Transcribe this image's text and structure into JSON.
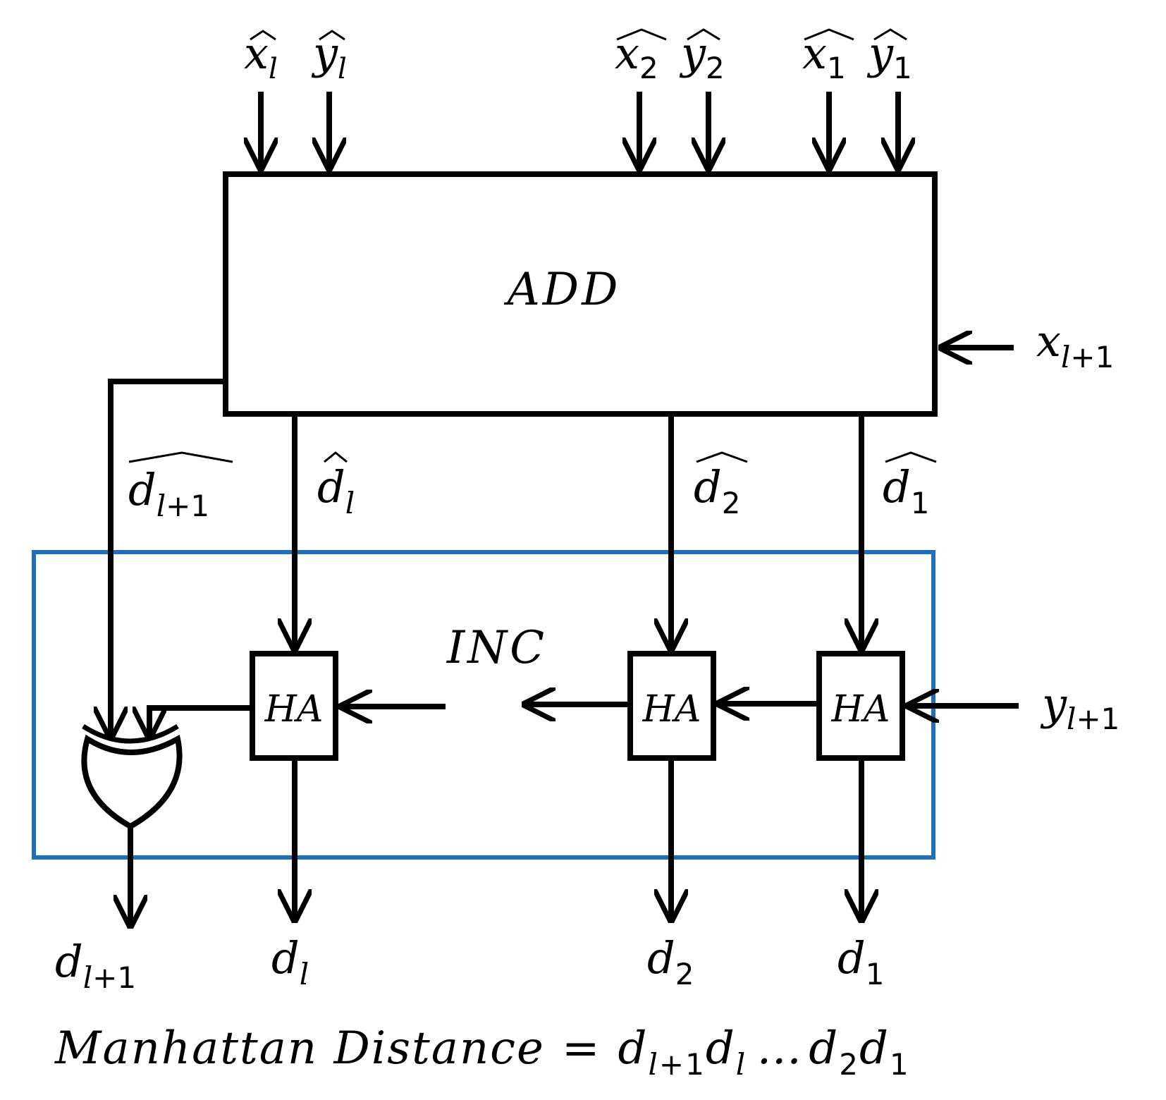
{
  "blocks": {
    "adder": "ADD",
    "incrementer": "INC",
    "half_adder": "HA"
  },
  "inputs_top": {
    "x_l": {
      "base": "x",
      "sub": "l"
    },
    "y_l": {
      "base": "y",
      "sub": "l"
    },
    "x_2": {
      "base": "x",
      "sub": "2"
    },
    "y_2": {
      "base": "y",
      "sub": "2"
    },
    "x_1": {
      "base": "x",
      "sub": "1"
    },
    "y_1": {
      "base": "y",
      "sub": "1"
    }
  },
  "inputs_side": {
    "x_l1": {
      "base": "x",
      "sub_var": "l",
      "sub_rest": "+1"
    },
    "y_l1": {
      "base": "y",
      "sub_var": "l",
      "sub_rest": "+1"
    }
  },
  "intermediate": {
    "d_l1": {
      "base": "d",
      "sub_var": "l",
      "sub_rest": "+1"
    },
    "d_l": {
      "base": "d",
      "sub": "l"
    },
    "d_2": {
      "base": "d",
      "sub": "2"
    },
    "d_1": {
      "base": "d",
      "sub": "1"
    }
  },
  "outputs": {
    "d_l1": {
      "base": "d",
      "sub_var": "l",
      "sub_rest": "+1"
    },
    "d_l": {
      "base": "d",
      "sub": "l"
    },
    "d_2": {
      "base": "d",
      "sub": "2"
    },
    "d_1": {
      "base": "d",
      "sub": "1"
    }
  },
  "formula": {
    "label": "Manhattan Distance",
    "equals": "=",
    "d": "d",
    "l": "l",
    "plus_one": "+1",
    "ellipsis": "…",
    "two": "2",
    "one": "1"
  },
  "colors": {
    "inc_border": "#1f6fbf",
    "wire": "#000000"
  }
}
